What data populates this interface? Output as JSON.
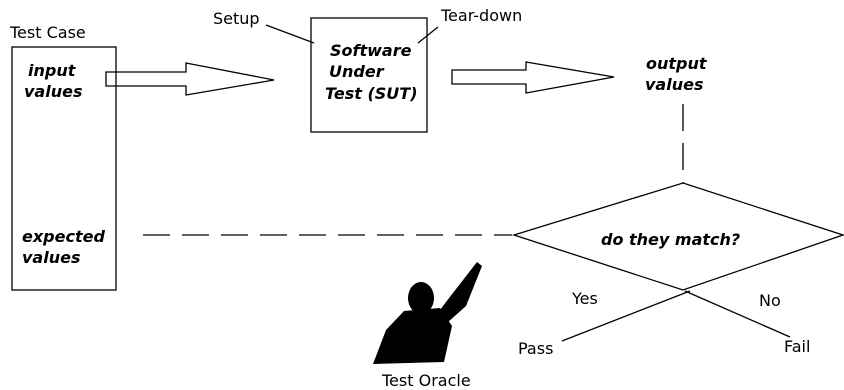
{
  "test_case": {
    "title": "Test Case",
    "input_line1": "input",
    "input_line2": "values",
    "expected_line1": "expected",
    "expected_line2": "values"
  },
  "sut": {
    "setup": "Setup",
    "teardown": "Tear-down",
    "line1": "Software",
    "line2": "Under",
    "line3": "Test (SUT)"
  },
  "output": {
    "line1": "output",
    "line2": "values"
  },
  "decision": {
    "question": "do they match?",
    "yes": "Yes",
    "no": "No",
    "pass": "Pass",
    "fail": "Fail"
  },
  "oracle": {
    "label": "Test Oracle"
  }
}
